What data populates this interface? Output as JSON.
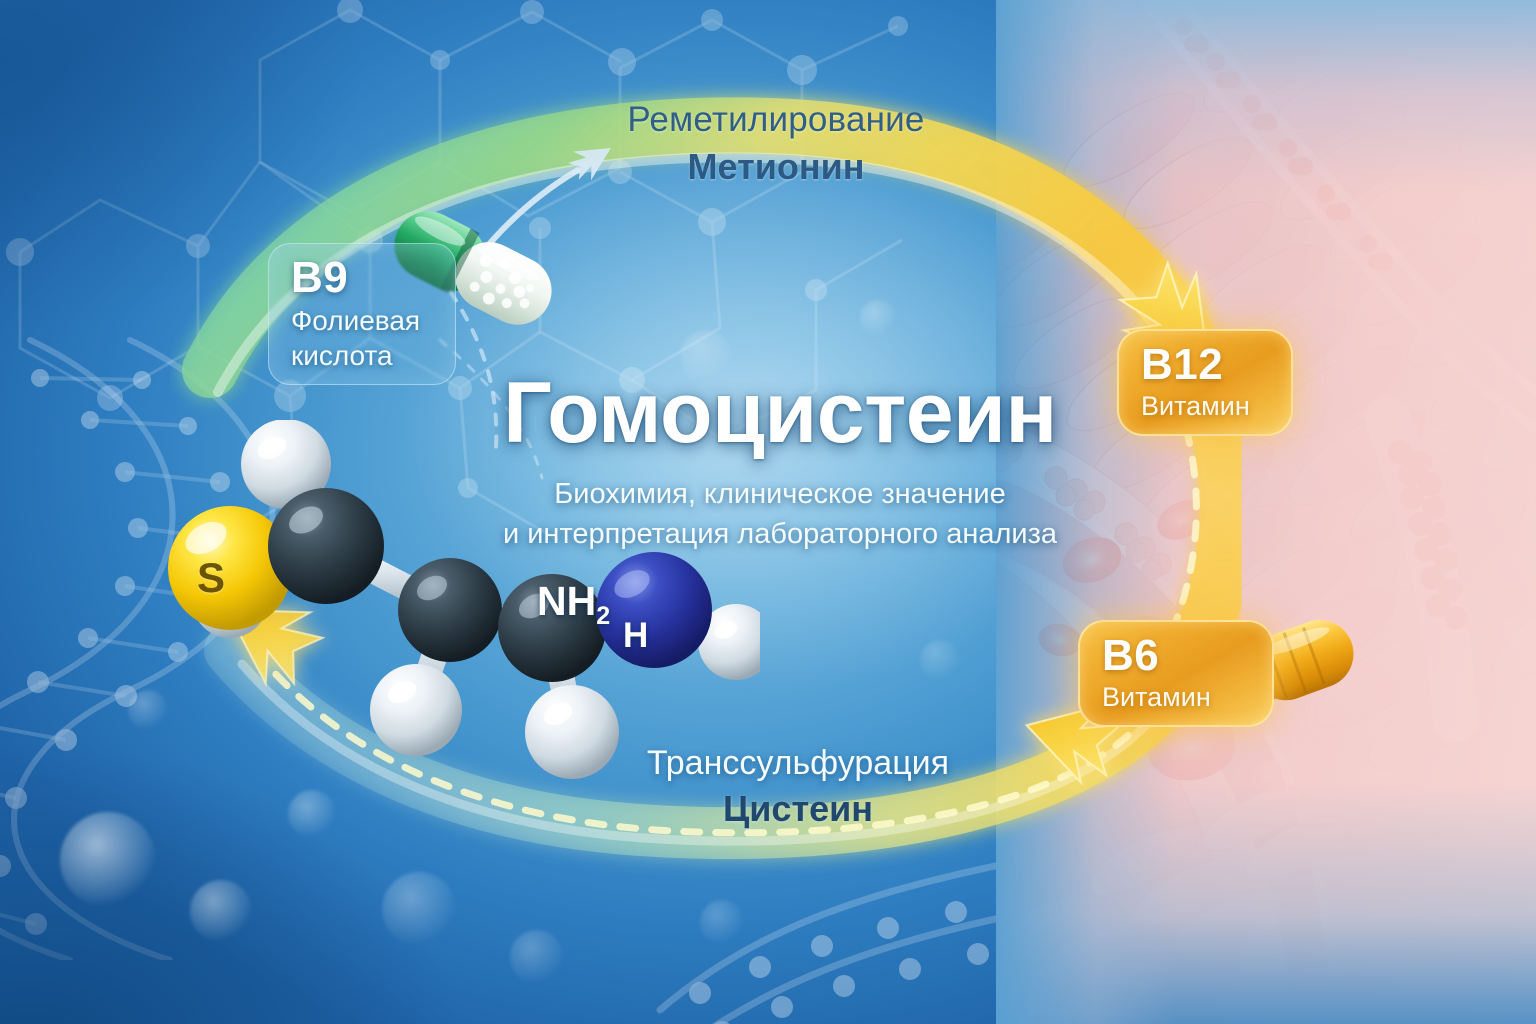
{
  "poster": {
    "title": "Гомоцистеин",
    "subtitle_line1": "Биохимия, клиническое значение",
    "subtitle_line2": "и интерпретация лабораторного анализа"
  },
  "pathways": {
    "top": {
      "process": "Реметилирование",
      "product": "Метионин"
    },
    "bottom": {
      "process": "Транссульфурация",
      "product": "Цистеин"
    }
  },
  "vitamins": [
    {
      "code": "B9",
      "name": "Фолиевая",
      "name2": "кислота",
      "style": "glass-blue",
      "color": "#ffffff"
    },
    {
      "code": "B12",
      "name": "Витамин",
      "style": "gold",
      "color": "#f0ad2e"
    },
    {
      "code": "B6",
      "name": "Витамин",
      "style": "gold",
      "color": "#f0ad2e"
    }
  ],
  "molecule": {
    "name": "homocysteine-3d-model",
    "atom_labels": {
      "sulfur": "S",
      "amine": "NH",
      "amine_sub": "2",
      "hydrogen": "H"
    },
    "atoms": [
      {
        "symbol": "S",
        "color": "#f6d520",
        "role": "sulfur"
      },
      {
        "symbol": "C",
        "color": "#2e3f49",
        "role": "carbon"
      },
      {
        "symbol": "C",
        "color": "#2e3f49",
        "role": "carbon"
      },
      {
        "symbol": "C",
        "color": "#2e3f49",
        "role": "carbon"
      },
      {
        "symbol": "N",
        "color": "#2a3fae",
        "role": "nitrogen"
      },
      {
        "symbol": "H",
        "color": "#eef2f6",
        "role": "hydrogen"
      }
    ]
  },
  "illustration": {
    "background": "molecular-lattice-and-dna-blue-gradient",
    "right_panel": "blood-vessel-cross-section-with-erythrocytes",
    "ribbon": "metabolic-cycle-arc",
    "colors": {
      "bg_light": "#8fc7e6",
      "bg_mid": "#4a9ad1",
      "bg_dark": "#1f63a8",
      "accent_gold": "#f0ad2e",
      "accent_green": "#3fae6e",
      "tissue_pink": "#f3cecd",
      "rbc_red": "#f4674a",
      "title_dark_blue": "#2c5a84"
    }
  }
}
